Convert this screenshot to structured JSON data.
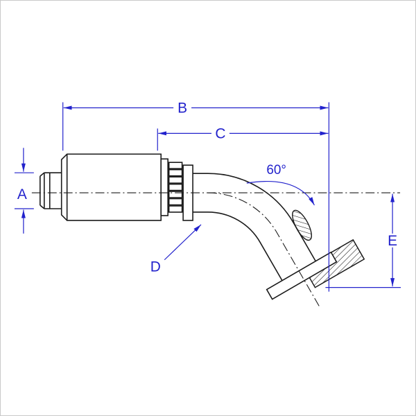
{
  "labels": {
    "dim_a": "A",
    "dim_b": "B",
    "dim_c": "C",
    "dim_d": "D",
    "dim_e": "E",
    "angle": "60°"
  },
  "colors": {
    "dimension_blue": "#2222cc",
    "line_black": "#1a1a1a",
    "background": "#ffffff",
    "frame_border": "#c9c9c9"
  }
}
